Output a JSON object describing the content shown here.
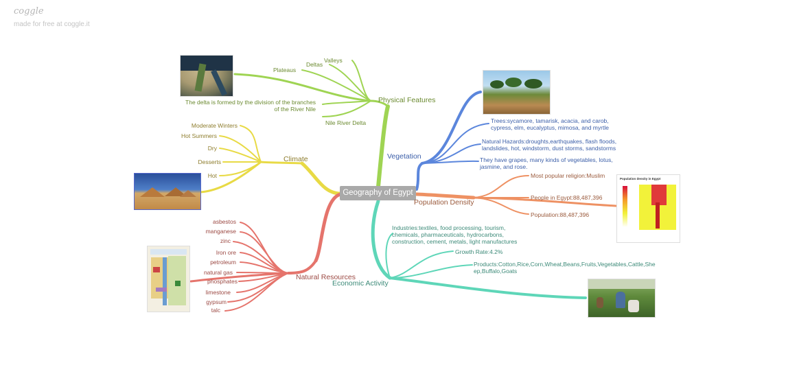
{
  "app": {
    "logo": "coggle",
    "tagline": "made for free at coggle.it"
  },
  "colors": {
    "physical": "#9fd453",
    "climate": "#e8da45",
    "resources": "#e5746c",
    "economic": "#5ed6b8",
    "vegetation": "#5b86dc",
    "population": "#ee9163"
  },
  "root": "Geography of Egypt",
  "branches": {
    "physical": {
      "label": "Physical Features",
      "items": {
        "valleys": "Valleys",
        "deltas": "Deltas",
        "plateaus": "Plateaus",
        "delta_note": "The delta is formed by the division of the branches of the River Nile",
        "nile_delta": "Nile River Delta"
      }
    },
    "climate": {
      "label": "Climate",
      "items": [
        "Moderate Winters",
        "Hot Summers",
        "Dry",
        "Desserts",
        "Hot"
      ]
    },
    "resources": {
      "label": "Natural Resources",
      "items": [
        "asbestos",
        "manganese",
        "zinc",
        "Iron ore",
        "petroleum",
        "natural gas",
        "phosphates",
        "limestone",
        "gypsum",
        "talc"
      ]
    },
    "economic": {
      "label": "Economic Activity",
      "industries": "Industries:textiles, food processing, tourism, chemicals, pharmaceuticals, hydrocarbons, construction, cement, metals, light manufactures",
      "growth": "Growth Rate:4.2%",
      "products": "Products:Cotton,Rice,Corn,Wheat,Beans,Fruits,Vegetables,Cattle,Sheep,Buffalo,Goats"
    },
    "vegetation": {
      "label": "Vegetation",
      "trees": "Trees:sycamore, tamarisk, acacia, and carob, cypress, elm, eucalyptus, mimosa, and myrtle",
      "hazards": "Natural Hazards:droughts,earthquakes, flash floods, landslides, hot, windstorm, dust storms, sandstorms",
      "grapes": "They have grapes, many kinds of vegetables, lotus, jasmine, and rose."
    },
    "population": {
      "label": "Population Density",
      "religion": "Most popular religion:Muslim",
      "people": "People in Egypt:88,487,396",
      "population": "Population:88,487,396",
      "map_title": "Population density in Egypt"
    }
  }
}
